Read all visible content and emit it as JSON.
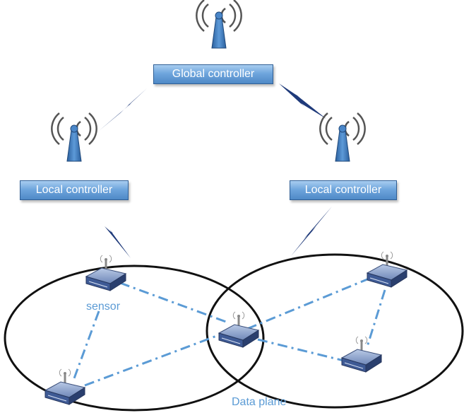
{
  "controllers": {
    "global": "Global controller",
    "local_left": "Local controller",
    "local_right": "Local controller"
  },
  "labels": {
    "sensor": "sensor",
    "data_plane": "Data plane"
  },
  "colors": {
    "controller_fill": "#6fa6dd",
    "link_line": "#5b9bd5",
    "lightning": "#1f3a7a",
    "circle": "#111111"
  }
}
